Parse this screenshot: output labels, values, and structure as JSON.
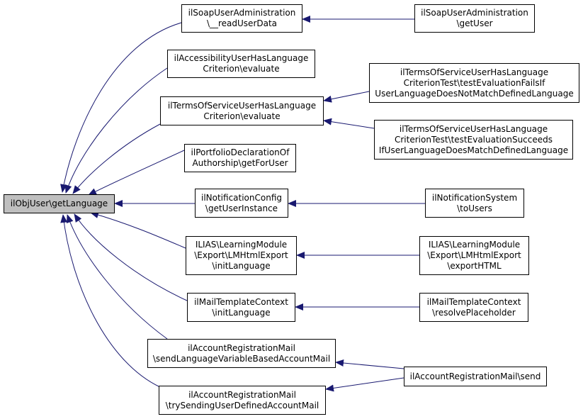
{
  "colors": {
    "edge": "#191970",
    "root_fill": "#bfbfbf",
    "node_border": "#000000"
  },
  "nodes": {
    "root": {
      "lines": [
        "ilObjUser\\getLanguage"
      ]
    },
    "soap_read": {
      "lines": [
        "ilSoapUserAdministration",
        "\\__readUserData"
      ]
    },
    "access": {
      "lines": [
        "ilAccessibilityUserHasLanguage",
        "Criterion\\evaluate"
      ]
    },
    "tos_eval": {
      "lines": [
        "ilTermsOfServiceUserHasLanguage",
        "Criterion\\evaluate"
      ]
    },
    "portfolio": {
      "lines": [
        "ilPortfolioDeclarationOf",
        "Authorship\\getForUser"
      ]
    },
    "notif_cfg": {
      "lines": [
        "ilNotificationConfig",
        "\\getUserInstance"
      ]
    },
    "lm_init": {
      "lines": [
        "ILIAS\\LearningModule",
        "\\Export\\LMHtmlExport",
        "\\initLanguage"
      ]
    },
    "mail_tpl": {
      "lines": [
        "ilMailTemplateContext",
        "\\initLanguage"
      ]
    },
    "acc_send_lang": {
      "lines": [
        "ilAccountRegistrationMail",
        "\\sendLanguageVariableBasedAccountMail"
      ]
    },
    "acc_try": {
      "lines": [
        "ilAccountRegistrationMail",
        "\\trySendingUserDefinedAccountMail"
      ]
    },
    "soap_get": {
      "lines": [
        "ilSoapUserAdministration",
        "\\getUser"
      ]
    },
    "tos_fails": {
      "lines": [
        "ilTermsOfServiceUserHasLanguage",
        "CriterionTest\\testEvaluationFailsIf",
        "UserLanguageDoesNotMatchDefinedLanguage"
      ]
    },
    "tos_succ": {
      "lines": [
        "ilTermsOfServiceUserHasLanguage",
        "CriterionTest\\testEvaluationSucceeds",
        "IfUserLanguageDoesMatchDefinedLanguage"
      ]
    },
    "notif_sys": {
      "lines": [
        "ilNotificationSystem",
        "\\toUsers"
      ]
    },
    "lm_export": {
      "lines": [
        "ILIAS\\LearningModule",
        "\\Export\\LMHtmlExport",
        "\\exportHTML"
      ]
    },
    "mail_resolve": {
      "lines": [
        "ilMailTemplateContext",
        "\\resolvePlaceholder"
      ]
    },
    "acc_send": {
      "lines": [
        "ilAccountRegistrationMail\\send"
      ]
    }
  }
}
